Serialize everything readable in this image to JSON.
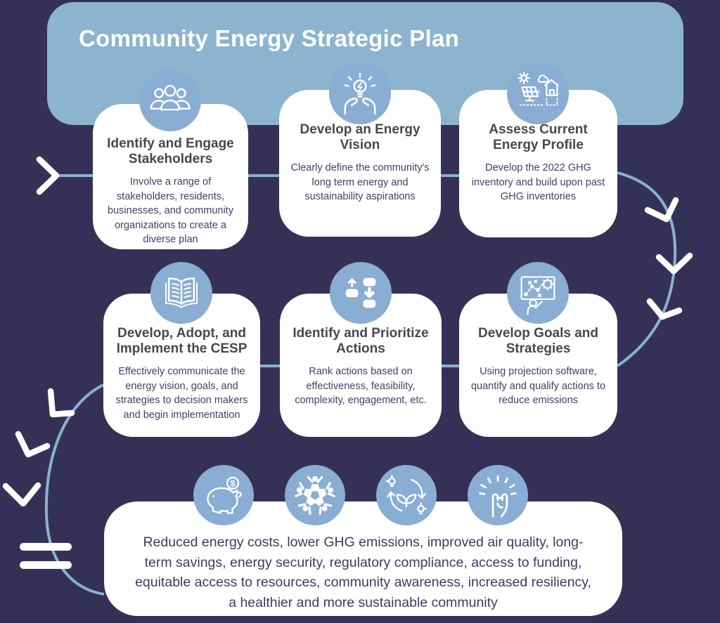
{
  "title": "Community Energy Strategic Plan",
  "colors": {
    "background": "#353156",
    "banner": "#8cb4ce",
    "card": "#ffffff",
    "icon_circle": "#89add3",
    "connector_line": "#8ab2cf",
    "arrow": "#ffffff",
    "heading_text": "#48474e",
    "body_text": "#423e68"
  },
  "steps": [
    {
      "title": "Identify and Engage Stakeholders",
      "description": "Involve a range of stakeholders, residents, businesses, and community organizations to create a diverse plan",
      "icon": "stakeholders-group-icon"
    },
    {
      "title": "Develop an Energy Vision",
      "description": "Clearly define the community's long term energy and sustainability aspirations",
      "icon": "lightbulb-hands-icon"
    },
    {
      "title": "Assess Current Energy Profile",
      "description": "Develop the 2022 GHG inventory and build upon past GHG inventories",
      "icon": "solar-panel-house-icon"
    },
    {
      "title": "Develop, Adopt, and Implement the CESP",
      "description": "Effectively communicate the energy vision, goals, and strategies to decision makers and begin implementation",
      "icon": "open-book-icon"
    },
    {
      "title": "Identify and Prioritize Actions",
      "description": "Rank actions based on effectiveness, feasibility, complexity, engagement, etc.",
      "icon": "flowchart-arrows-icon"
    },
    {
      "title": "Develop Goals and Strategies",
      "description": "Using projection software, quantify and qualify actions to reduce emissions",
      "icon": "strategy-board-icon"
    }
  ],
  "outcomes": {
    "text": "Reduced energy costs, lower GHG emissions, improved air quality, long-term savings, energy security, regulatory compliance, access to funding, equitable access to resources, community awareness, increased resiliency, a healthier and more sustainable community",
    "icons": [
      "piggy-bank-icon",
      "community-celebration-icon",
      "sustainability-cycle-icon",
      "raised-fist-icon"
    ]
  }
}
